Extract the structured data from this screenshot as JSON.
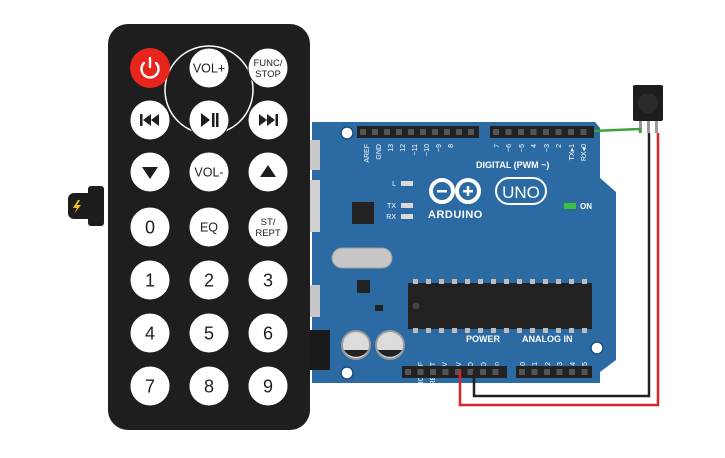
{
  "remote": {
    "buttons": [
      {
        "id": "power",
        "label": "",
        "icon": "power-icon"
      },
      {
        "id": "vol-up",
        "label": "VOL+"
      },
      {
        "id": "func-stop",
        "label": "FUNC/",
        "label2": "STOP"
      },
      {
        "id": "prev",
        "label": "",
        "icon": "skip-back-icon"
      },
      {
        "id": "play-pause",
        "label": "",
        "icon": "play-pause-icon"
      },
      {
        "id": "next",
        "label": "",
        "icon": "skip-forward-icon"
      },
      {
        "id": "down",
        "label": "",
        "icon": "triangle-down-icon"
      },
      {
        "id": "vol-down",
        "label": "VOL-"
      },
      {
        "id": "up",
        "label": "",
        "icon": "triangle-up-icon"
      },
      {
        "id": "0",
        "label": "0"
      },
      {
        "id": "eq",
        "label": "EQ"
      },
      {
        "id": "st-rept",
        "label": "ST/",
        "label2": "REPT"
      },
      {
        "id": "1",
        "label": "1"
      },
      {
        "id": "2",
        "label": "2"
      },
      {
        "id": "3",
        "label": "3"
      },
      {
        "id": "4",
        "label": "4"
      },
      {
        "id": "5",
        "label": "5"
      },
      {
        "id": "6",
        "label": "6"
      },
      {
        "id": "7",
        "label": "7"
      },
      {
        "id": "8",
        "label": "8"
      },
      {
        "id": "9",
        "label": "9"
      }
    ],
    "colors": {
      "body": "#1e1e1e",
      "button": "#ffffff",
      "power": "#e8251d"
    }
  },
  "board": {
    "brand": "ARDUINO",
    "model": "UNO",
    "on_label": "ON",
    "digital_label": "DIGITAL (PWM ~)",
    "power_label": "POWER",
    "analog_label": "ANALOG IN",
    "digital_pins": [
      "AREF",
      "GND",
      "13",
      "12",
      "~11",
      "~10",
      "~9",
      "8",
      "7",
      "~6",
      "~5",
      "4",
      "~3",
      "2",
      "TX▸1",
      "RX◂0"
    ],
    "power_pins": [
      "IOREF",
      "RESET",
      "3.3V",
      "5V",
      "GND",
      "GND",
      "Vin"
    ],
    "analog_pins": [
      "A0",
      "A1",
      "A2",
      "A3",
      "A4",
      "A5"
    ],
    "led_labels": [
      "L",
      "TX",
      "RX"
    ],
    "colors": {
      "board": "#2b6aa3",
      "header": "#222222",
      "wire_signal": "#3aa23a",
      "wire_gnd": "#222222",
      "wire_5v": "#d9242a"
    }
  }
}
